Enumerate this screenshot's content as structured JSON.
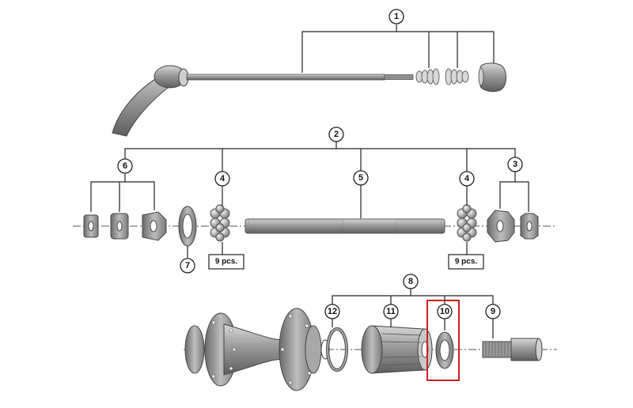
{
  "callouts": {
    "c1": "1",
    "c2": "2",
    "c3": "3",
    "c4a": "4",
    "c4b": "4",
    "c5": "5",
    "c6": "6",
    "c7": "7",
    "c8": "8",
    "c9": "9",
    "c10": "10",
    "c11": "11",
    "c12": "12"
  },
  "quantities": {
    "left_balls": "9 pcs.",
    "right_balls": "9 pcs."
  },
  "colors": {
    "highlight": "#cc2222",
    "part_fill": "#9a9a9a",
    "line": "#222222"
  }
}
